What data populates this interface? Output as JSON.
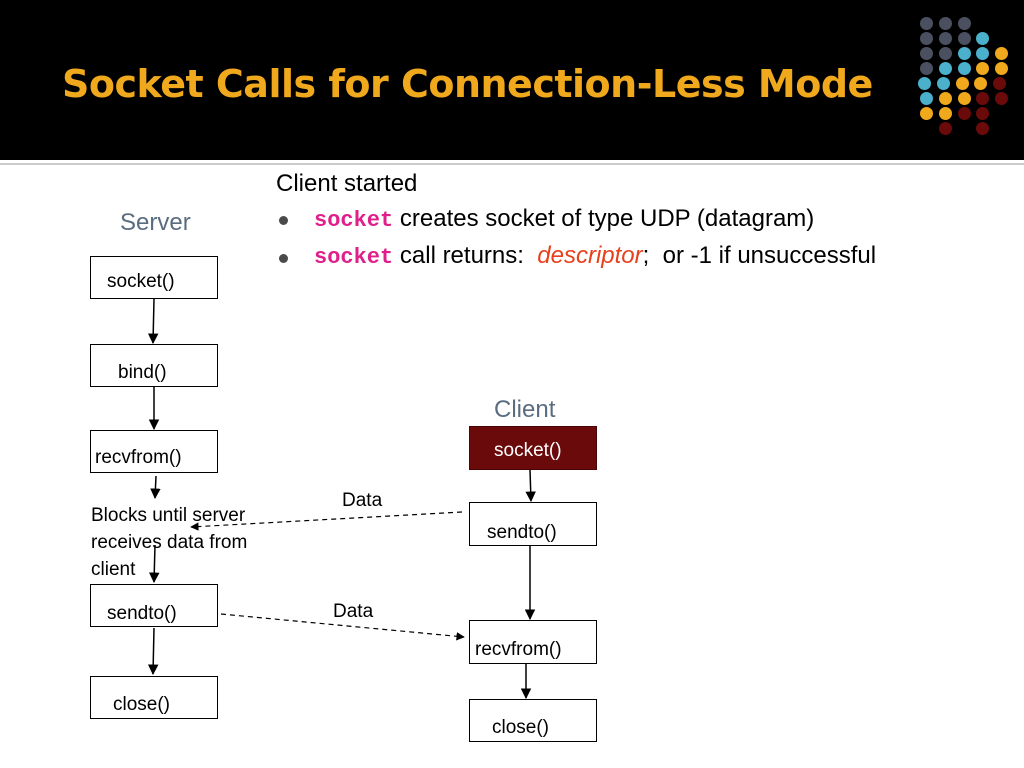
{
  "title": "Socket Calls for Connection-Less Mode",
  "intro": {
    "heading": "Client started",
    "bullet1": {
      "code": "socket",
      "text": " creates socket of type UDP (datagram)"
    },
    "bullet2": {
      "code": "socket",
      "text": " call returns:  ",
      "emph": "descriptor",
      "tail": ";  or -1 if unsuccessful"
    }
  },
  "server": {
    "label": "Server",
    "socket": "socket()",
    "bind": "bind()",
    "recvfrom": "recvfrom()",
    "blocks_line1": "Blocks until server",
    "blocks_line2": "receives data from",
    "blocks_line3": "client",
    "sendto": "sendto()",
    "close": "close()"
  },
  "client": {
    "label": "Client",
    "socket": "socket()",
    "sendto": "sendto()",
    "recvfrom": "recvfrom()",
    "close": "close()"
  },
  "flows": {
    "data1": "Data",
    "data2": "Data"
  },
  "colors": {
    "title": "#f0a81c",
    "header": "#000000",
    "accent_box": "#6b0a0a",
    "code": "#e0208a",
    "emph": "#e8401c",
    "label": "#5a6d80"
  }
}
